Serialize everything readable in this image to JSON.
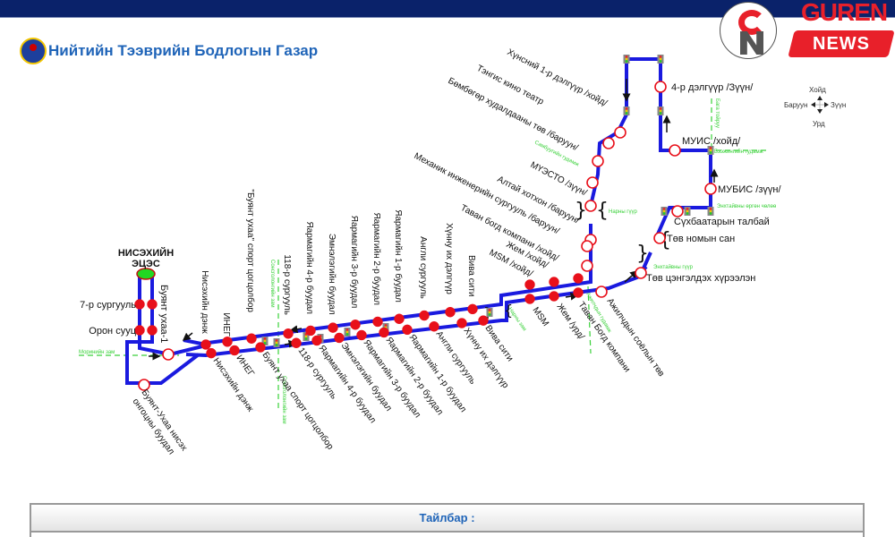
{
  "header": {
    "org_title": "Нийтийн Тээврийн Бодлогын Газар",
    "watermark_top": "GUREN",
    "watermark_bottom": "NEWS"
  },
  "colors": {
    "route": "#1a1adf",
    "stop_fill": "#e8101a",
    "stop_ring": "#e8101a",
    "street": "#3ad13a",
    "title": "#1f64b8",
    "topbar": "#0a226a"
  },
  "compass": {
    "north": "Хойд",
    "south": "Урд",
    "west": "Баруун",
    "east": "Зүүн"
  },
  "terminal": {
    "line1": "НИСЭХИЙН",
    "line2": "ЭЦЭС"
  },
  "stops": {
    "vertical_left": [
      "7-р сургууль",
      "Орон сууц"
    ],
    "buyant1": "Буянт ухаа-1",
    "buyant_nisekh": [
      "Буянт-Ухаа нисэх",
      "онгоцны буудал"
    ],
    "upper_row": [
      "Нисэхийн дэнж",
      "ИНЕГ",
      "\"Буянт ухаа\" спорт цогцолбор",
      "118-р сургууль",
      "Яармагийн 4-р буудал",
      "Эмнэлэгийн буудал",
      "Яармагийн 3-р буудал",
      "Яармагийн 2-р буудал",
      "Яармагийн 1-р буудал",
      "Англи сургууль",
      "Хүнну их дэлгүүр",
      "Вива сити"
    ],
    "lower_row": [
      "Нисэхийн дэнж",
      "ИНЕГ",
      "Буянт ухаа спорт цогцолбор",
      "118-р сургууль",
      "Яармагийн 4-р буудал",
      "Эмнэлэгийн буудал",
      "Яармагийн 3-р буудал",
      "Яармагийн 2-р буудал",
      "Яармагийн 1-р буудал",
      "Англи сургууль",
      "Хүнну их дэлгүүр",
      "Вива сити"
    ],
    "north_branch": [
      "MSM /хойд/",
      "Жем /хойд/",
      "Таван богд компани /хойд/",
      "Механик инженерийн сургууль /баруун/",
      "Алтай хотхон /баруун/",
      "МҮЭСТО /зүүн/",
      "Бөмбөгөр худалдааны төв /баруун/",
      "Тэнгис кино театр",
      "Хүнсний 1-р дэлгүүр /хойд/"
    ],
    "south_branch": [
      "MSM",
      "Жем /урд/",
      "Таван Богд компани",
      "Ажилчдын соёлын төв"
    ],
    "east_branch": {
      "tuv_tsengeldekh": "Төв цэнгэлдэх хүрээлэн",
      "tuv_nomyn_san": "Төв номын сан",
      "sukhbaatar": "Сүхбаатарын талбай",
      "mubis": "МУБИС /зүүн/",
      "muis": "МУИС /хойд/",
      "delguur4": "4-р дэлгүүр /Зүүн/"
    }
  },
  "streets": {
    "moringiin": "Моринийн зам",
    "sonsgolon": "Сонсголонгийн зам",
    "narny_guur": "Нарны гүүр",
    "narny_guur2": "Нарны гүүр",
    "enkhtaivny_guur": "Энхтайвны гүүр",
    "enkhtaivny_urgen": "Энхтайвны өргөн чөлөө",
    "baga_toiruu": "Бага тойруу",
    "bayanzurkh": "Бээжингийн гудамж",
    "sambuu": "Самбуугийн гудамж",
    "ajilchdyn": "Ажилчдын гудамж",
    "narny_zam": "Нарны зам"
  },
  "legend": {
    "title": "Тайлбар :"
  }
}
